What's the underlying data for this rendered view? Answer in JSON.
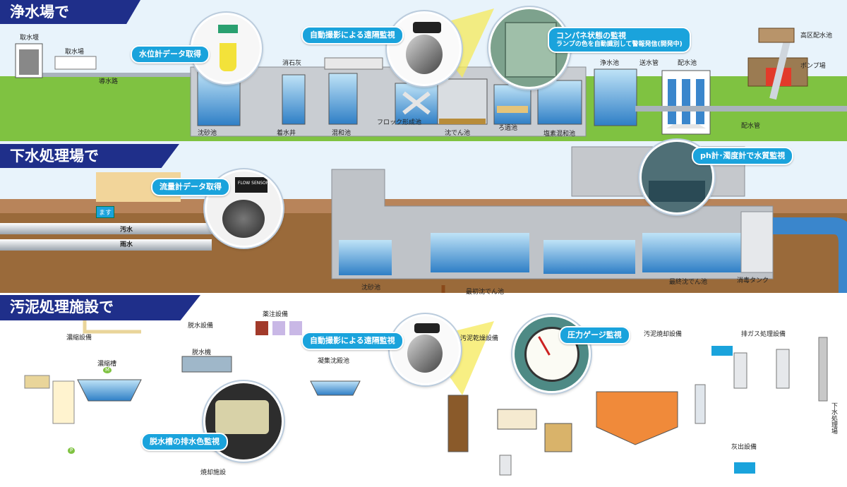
{
  "sections": {
    "water": "浄水場で",
    "sewage": "下水処理場で",
    "sludge": "汚泥処理施設で"
  },
  "callouts": {
    "water_level": "水位計データ取得",
    "auto_camera_1": "自動撮影による遠隔監視",
    "control_panel_title": "コンパネ状態の監視",
    "control_panel_sub": "ランプの色を自動識別して警報発信(開発中)",
    "flow_meter": "流量計データ取得",
    "ph_meter": "ph計･濁度計で水質監視",
    "auto_camera_2": "自動撮影による遠隔監視",
    "pressure_gauge": "圧力ゲージ監視",
    "dehydration_color": "脱水槽の排水色監視"
  },
  "water_labels": {
    "intake_weir": "取水堰",
    "intake_station": "取水場",
    "conduit": "導水路",
    "grit": "沈砂池",
    "pump_well": "着水井",
    "mixing": "混和池",
    "lime": "消石灰",
    "floc": "フロック形成池",
    "settling": "沈でん池",
    "filter": "ろ過池",
    "chlorine": "塩素混和池",
    "clean_basin": "浄水池",
    "supply_pipe": "送水管",
    "distribution_basin": "配水池",
    "distribution_pipe": "配水管",
    "high_area_basin": "高区配水池",
    "pump_station": "ポンプ場"
  },
  "sewage_labels": {
    "sewage": "汚水",
    "rain": "雨水",
    "manhole_sign": "ます",
    "flow_sensor": "FLOW SENSOR",
    "grit": "沈砂池",
    "first_settling": "最初沈でん池",
    "final_settling": "最終沈でん池",
    "disinfection": "消毒タンク"
  },
  "sludge_labels": {
    "thickening_equipment": "濃縮設備",
    "thickening_tank": "濃縮槽",
    "dehydration_equipment": "脱水設備",
    "dehydrator": "脱水機",
    "chemical_equipment": "薬注設備",
    "coagulation_tank": "凝集沈殿池",
    "drying_equipment": "汚泥乾燥設備",
    "incineration_equipment": "汚泥焼却設備",
    "exhaust_gas": "排ガス処理設備",
    "incineration_facility": "焼却施設",
    "ash_equipment": "灰出設備",
    "to_sewer": "下水処理場",
    "pump_symbol": "P",
    "motor_symbol": "M"
  },
  "colors": {
    "banner": "#1f2f8a",
    "callout": "#1aa3dc",
    "grass": "#7fc241",
    "soil": "#9a6a3a",
    "water": "#3a86cc",
    "tank_gray": "#b6b8bc",
    "camera_beam": "#f5ea5a"
  }
}
